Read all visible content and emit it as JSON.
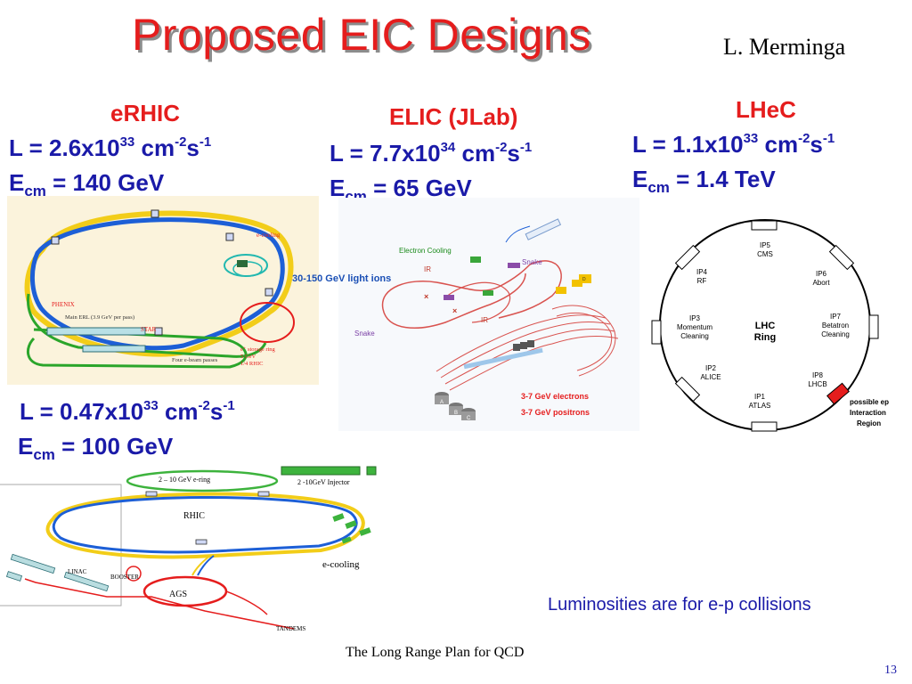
{
  "slide": {
    "title": "Proposed EIC Designs",
    "author": "L. Merminga",
    "footer": "The Long Range Plan for QCD",
    "page_number": "13",
    "note": "Luminosities are for e-p collisions"
  },
  "erhic": {
    "name": "eRHIC",
    "lum_prefix": "L = 2.6x10",
    "lum_exp": "33",
    "lum_unit": " cm",
    "lum_exp2": "-2",
    "lum_s": "s",
    "lum_exp3": "-1",
    "e_label": "E",
    "e_sub": "cm",
    "e_value": " = 140 GeV",
    "diagram": {
      "e_cooling": "e-cooling",
      "phenix": "PHENIX",
      "star": "STAR",
      "main_erl": "Main ERL (3.9 GeV per pass)",
      "passes": "Four e-beam passes",
      "storage_ring": "e⁺ storage ring",
      "energy": "5 GeV",
      "fraction": "1/4 RHIC"
    }
  },
  "elic": {
    "name": "ELIC (JLab)",
    "lum_prefix": "L = 7.7x10",
    "lum_exp": "34",
    "lum_unit": " cm",
    "lum_exp2": "-2",
    "lum_s": "s",
    "lum_exp3": "-1",
    "e_label": "E",
    "e_sub": "cm",
    "e_value": " = 65 GeV",
    "diagram": {
      "electron_cooling": "Electron Cooling",
      "ir_top": "IR",
      "ir_bottom": "IR",
      "snake_right": "Snake",
      "snake_left": "Snake",
      "light_ions": "30-150 GeV light ions",
      "electrons": "3-7 GeV electrons",
      "positrons": "3-7 GeV positrons",
      "d_label": "D",
      "a_label": "A",
      "b_label": "B",
      "c_label": "C"
    }
  },
  "lhec": {
    "name": "LHeC",
    "lum_prefix": "L = 1.1x10",
    "lum_exp": "33",
    "lum_unit": " cm",
    "lum_exp2": "-2",
    "lum_s": "s",
    "lum_exp3": "-1",
    "e_label": "E",
    "e_sub": "cm",
    "e_value": " = 1.4 TeV",
    "ring": {
      "center_1": "LHC",
      "center_2": "Ring",
      "ip5_a": "IP5",
      "ip5_b": "CMS",
      "ip6_a": "IP6",
      "ip6_b": "Abort",
      "ip7_a": "IP7",
      "ip7_b": "Betatron",
      "ip7_c": "Cleaning",
      "ip8_a": "IP8",
      "ip8_b": "LHCB",
      "ip1_a": "IP1",
      "ip1_b": "ATLAS",
      "ip2_a": "IP2",
      "ip2_b": "ALICE",
      "ip3_a": "IP3",
      "ip3_b": "Momentum",
      "ip3_c": "Cleaning",
      "ip4_a": "IP4",
      "ip4_b": "RF",
      "possible_1": "possible ep",
      "possible_2": "Interaction",
      "possible_3": "Region"
    }
  },
  "ring_design": {
    "lum_prefix": "L = 0.47x10",
    "lum_exp": "33",
    "lum_unit": " cm",
    "lum_exp2": "-2",
    "lum_s": "s",
    "lum_exp3": "-1",
    "e_label": "E",
    "e_sub": "cm",
    "e_value": " = 100 GeV",
    "diagram": {
      "e_ring": "2 – 10 GeV e-ring",
      "injector": "2 -10GeV Injector",
      "rhic": "RHIC",
      "e_cooling": "e-cooling",
      "linac": "LINAC",
      "booster": "BOOSTER",
      "ags": "AGS",
      "tandems": "TANDEMS"
    }
  }
}
